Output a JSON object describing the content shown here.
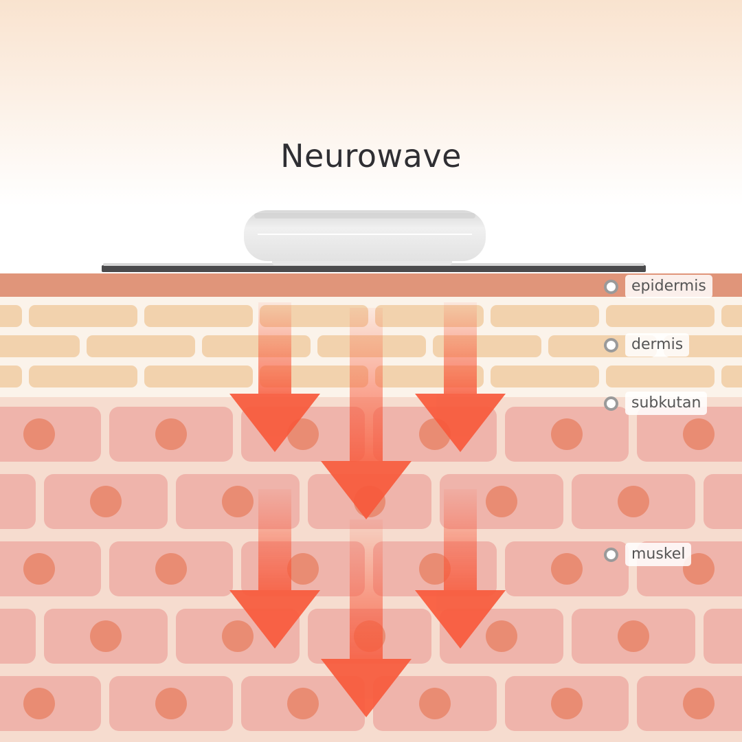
{
  "title": "Neurowave",
  "layers": [
    {
      "id": "epidermis",
      "label": "epidermis"
    },
    {
      "id": "dermis",
      "label": "dermis"
    },
    {
      "id": "subkutan",
      "label": "subkutan"
    },
    {
      "id": "muskel",
      "label": "muskel"
    }
  ],
  "colors": {
    "sky_top": "#f9e3cf",
    "sky_bottom": "#ffffff",
    "epidermis": "#e0957a",
    "dermis_bg": "#fbf3ea",
    "dermis_brick": "#f2d2ad",
    "muscle_bg": "#f6dccf",
    "muscle_cell": "#efb4ab",
    "nucleus": "#e98c73",
    "arrow": "#f85a3c",
    "device_body": "#e6e6e6",
    "device_base": "#4a4a4c"
  },
  "icons": {
    "label_marker": "ring-dot-icon",
    "device": "device-icon",
    "arrow": "arrow-down-icon"
  }
}
